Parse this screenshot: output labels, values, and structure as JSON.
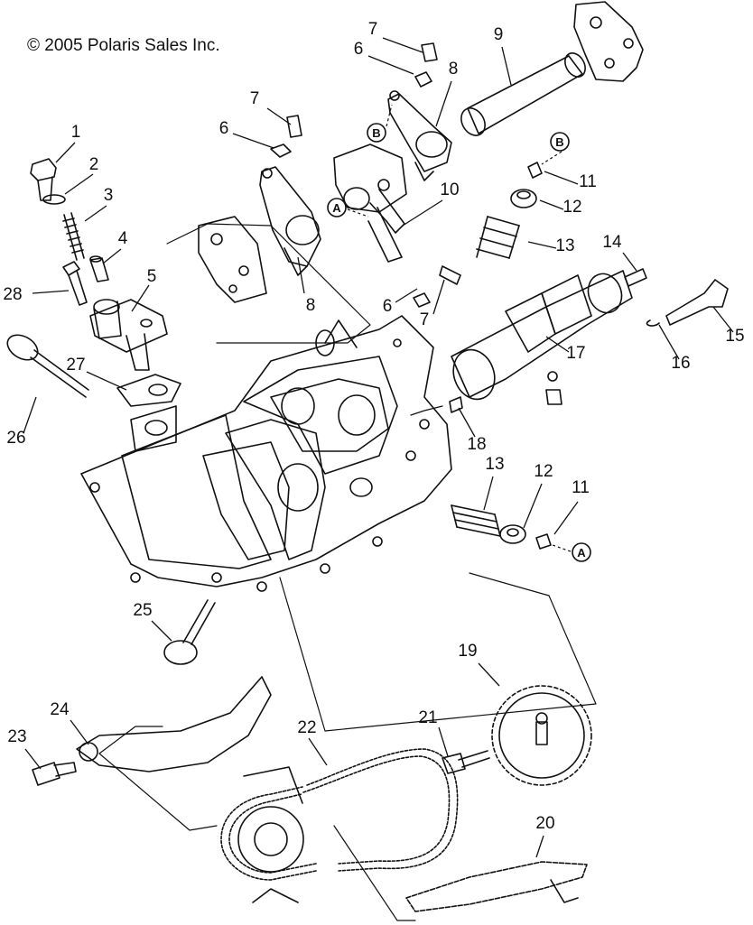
{
  "copyright": "© 2005 Polaris Sales Inc.",
  "callouts": [
    {
      "label": "1",
      "part": "cylinder-head-bolt"
    },
    {
      "label": "2",
      "part": "washer"
    },
    {
      "label": "3",
      "part": "stud"
    },
    {
      "label": "4",
      "part": "dowel-pin"
    },
    {
      "label": "5",
      "part": "chain-tensioner"
    },
    {
      "label": "6",
      "part": "nut"
    },
    {
      "label": "6",
      "part": "nut"
    },
    {
      "label": "6",
      "part": "nut"
    },
    {
      "label": "7",
      "part": "adjuster-screw"
    },
    {
      "label": "7",
      "part": "adjuster-screw"
    },
    {
      "label": "7",
      "part": "adjuster-screw"
    },
    {
      "label": "8",
      "part": "rocker-arm"
    },
    {
      "label": "8",
      "part": "rocker-arm"
    },
    {
      "label": "9",
      "part": "rocker-shaft"
    },
    {
      "label": "10",
      "part": "rocker-arm-assembly"
    },
    {
      "label": "11",
      "part": "valve-keeper"
    },
    {
      "label": "11",
      "part": "valve-keeper"
    },
    {
      "label": "12",
      "part": "spring-retainer"
    },
    {
      "label": "12",
      "part": "spring-retainer"
    },
    {
      "label": "13",
      "part": "valve-spring"
    },
    {
      "label": "13",
      "part": "valve-spring"
    },
    {
      "label": "14",
      "part": "pin"
    },
    {
      "label": "15",
      "part": "decompression-lever"
    },
    {
      "label": "16",
      "part": "clip"
    },
    {
      "label": "17",
      "part": "camshaft"
    },
    {
      "label": "18",
      "part": "dowel-pin"
    },
    {
      "label": "19",
      "part": "cam-sprocket"
    },
    {
      "label": "20",
      "part": "chain-guide"
    },
    {
      "label": "21",
      "part": "sprocket-bolt"
    },
    {
      "label": "22",
      "part": "cam-chain"
    },
    {
      "label": "23",
      "part": "pivot-bolt"
    },
    {
      "label": "24",
      "part": "tensioner-blade"
    },
    {
      "label": "25",
      "part": "exhaust-valve"
    },
    {
      "label": "26",
      "part": "intake-valve"
    },
    {
      "label": "27",
      "part": "gasket"
    },
    {
      "label": "28",
      "part": "bolt"
    }
  ],
  "markers": [
    {
      "letter": "A"
    },
    {
      "letter": "A"
    },
    {
      "letter": "B"
    },
    {
      "letter": "B"
    }
  ]
}
